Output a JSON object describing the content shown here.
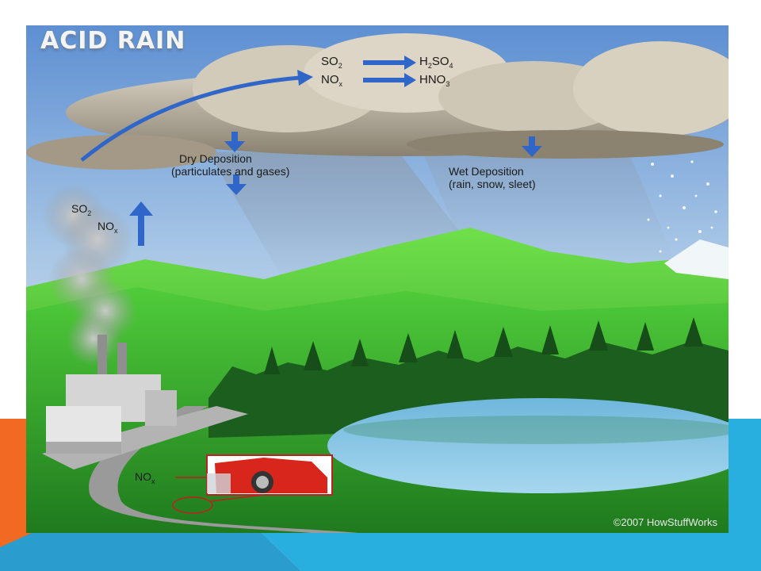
{
  "title": "ACID RAIN",
  "reactions": {
    "row1_left": "SO",
    "row1_left_sub": "2",
    "row1_right": "H",
    "row1_right_sub": "2",
    "row1_right_tail": "SO",
    "row1_right_tail_sub": "4",
    "row2_left": "NO",
    "row2_left_sub": "x",
    "row2_right": "HNO",
    "row2_right_sub": "3"
  },
  "dry_deposition": {
    "line1": "Dry Deposition",
    "line2": "(particulates and gases)"
  },
  "wet_deposition": {
    "line1": "Wet Deposition",
    "line2": "(rain, snow, sleet)"
  },
  "emissions": {
    "so2": "SO",
    "so2_sub": "2",
    "nox": "NO",
    "nox_sub": "x"
  },
  "car_emission": {
    "nox": "NO",
    "nox_sub": "x"
  },
  "copyright": "©2007 HowStuffWorks",
  "colors": {
    "accent_orange": "#F26A21",
    "accent_blue": "#29AEE0",
    "arrow_blue": "#2F66C8"
  }
}
